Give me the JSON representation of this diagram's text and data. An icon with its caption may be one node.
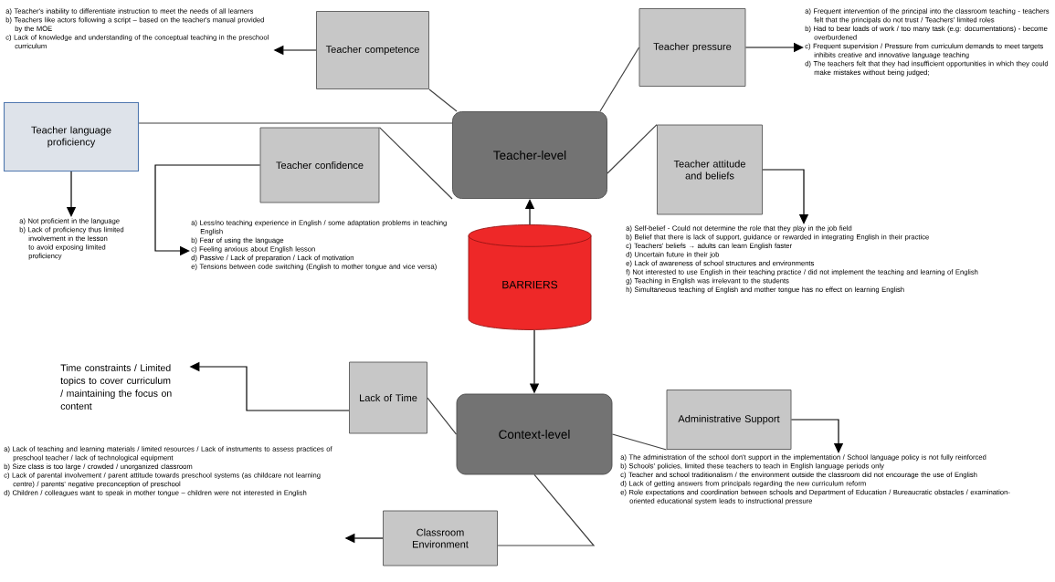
{
  "diagram": {
    "nodes": [
      {
        "text": [
          "Teacher competence"
        ]
      },
      {
        "text": [
          "Teacher pressure"
        ]
      },
      {
        "text": [
          "Teacher language proficiency"
        ]
      },
      {
        "text": [
          "Teacher confidence"
        ]
      },
      {
        "text": [
          "Teacher-level"
        ]
      },
      {
        "text": [
          "Teacher attitude and beliefs"
        ]
      },
      {
        "text": [
          "BARRIERS"
        ]
      },
      {
        "text": [
          "Lack of Time"
        ]
      },
      {
        "text": [
          "Context-level"
        ]
      },
      {
        "text": [
          "Administrative Support"
        ]
      },
      {
        "text": [
          "Classroom Environment"
        ]
      },
      {
        "text": [
          "a) Teacher's inability to differentiate instruction to meet the needs of all learners",
          "b) Teachers like actors following a script – based on the teacher's manual provided by the MOE",
          "c) Lack of knowledge and understanding of the conceptual teaching in the preschool curriculum"
        ]
      },
      {
        "text": [
          "a) Frequent intervention of the principal into the classroom teaching - teachers felt that the principals do not trust / Teachers' limited roles",
          "b) Had to bear loads of work / too many task (e.g: documentations) - become overburdened",
          "c) Frequent supervision / Pressure from curriculum demands to meet targets inhibits creative and innovative language teaching",
          "d) The teachers felt that they had insufficient opportunities in which they could make mistakes without being judged;"
        ]
      },
      {
        "text": [
          "a) Not proficient in the language",
          "b) Lack of proficiency thus limited involvement in the lesson to avoid exposing limited proficiency"
        ]
      },
      {
        "text": [
          "a) Less/no teaching experience in English / some adaptation problems in teaching English",
          "b) Fear of using the language",
          "c) Feeling anxious about English lesson",
          "d) Passive / Lack of preparation / Lack of motivation",
          "e) Tensions between code switching (English to mother tongue and vice versa)"
        ]
      },
      {
        "text": [
          "a) Self-belief - Could not determine the role that they play in the job field",
          "b) Belief that there is lack of support, guidance or rewarded in integrating English in their practice",
          "c) Teachers' beliefs → adults can learn English faster",
          "d) Uncertain future in their job",
          "e) Lack of awareness of school structures and environments",
          "f) Not interested to use English in their teaching practice / did not implement the teaching and learning of English",
          "g) Teaching in English was irrelevant to the students",
          "h) Simultaneous teaching of English and mother tongue has no effect on learning English"
        ]
      },
      {
        "text": [
          "Time constraints / Limited topics to cover curriculum / maintaining the focus on content"
        ]
      },
      {
        "text": [
          "a) The administration of the school don't support in the implementation / School language policy is not fully reinforced",
          "b) Schools' policies, limited these teachers to teach in English language periods only",
          "c) Teacher and school traditionalism / the environment outside the classroom did not encourage the use of English",
          "d) Lack of getting answers from principals regarding the new curriculum reform",
          "e) Role expectations and coordination between schools and Department of Education / Bureaucratic obstacles / examination-oriented educational system leads to instructional pressure"
        ]
      },
      {
        "text": [
          "a) Lack of teaching and learning materials / limited resources / Lack of instruments to assess practices of preschool teacher / lack of technological equipment",
          "b) Size class is too large / crowded / unorganized classroom",
          "c) Lack of parental involvement / parent attitude towards preschool systems (as childcare not learning centre) / parents' negative preconception of preschool",
          "d) Children / colleagues want to speak in mother tongue – children were not interested in English"
        ]
      }
    ],
    "edges": [
      {
        "from": 0,
        "to": 11,
        "arrow": "to"
      },
      {
        "from": 1,
        "to": 12,
        "arrow": "to"
      },
      {
        "from": 2,
        "to": 13,
        "arrow": "to"
      },
      {
        "from": 3,
        "to": 14,
        "arrow": "to"
      },
      {
        "from": 5,
        "to": 15,
        "arrow": "to"
      },
      {
        "from": 6,
        "to": 4,
        "arrow": "to"
      },
      {
        "from": 6,
        "to": 8,
        "arrow": "to"
      },
      {
        "from": 7,
        "to": 16,
        "arrow": "to"
      },
      {
        "from": 9,
        "to": 17,
        "arrow": "to"
      },
      {
        "from": 10,
        "to": 18,
        "arrow": "to"
      },
      {
        "from": 4,
        "to": 0,
        "arrow": "none"
      },
      {
        "from": 4,
        "to": 1,
        "arrow": "none"
      },
      {
        "from": 4,
        "to": 2,
        "arrow": "none"
      },
      {
        "from": 4,
        "to": 3,
        "arrow": "none"
      },
      {
        "from": 4,
        "to": 5,
        "arrow": "none"
      },
      {
        "from": 8,
        "to": 7,
        "arrow": "none"
      },
      {
        "from": 8,
        "to": 9,
        "arrow": "none"
      },
      {
        "from": 8,
        "to": 10,
        "arrow": "none"
      }
    ]
  }
}
